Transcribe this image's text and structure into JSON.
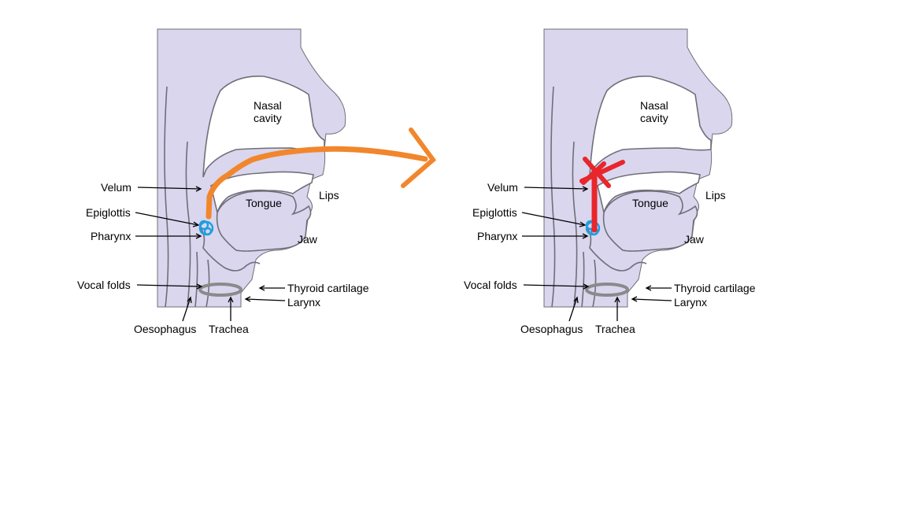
{
  "diagrams": [
    {
      "labels": {
        "nasal_cavity": "Nasal\ncavity",
        "velum": "Velum",
        "epiglottis": "Epiglottis",
        "pharynx": "Pharynx",
        "tongue": "Tongue",
        "lips": "Lips",
        "jaw": "Jaw",
        "vocal_folds": "Vocal folds",
        "thyroid_cartilage": "Thyroid cartilage",
        "larynx": "Larynx",
        "oesophagus": "Oesophagus",
        "trachea": "Trachea"
      },
      "airflow_mark": "arrow-out-through-nose"
    },
    {
      "labels": {
        "nasal_cavity": "Nasal\ncavity",
        "velum": "Velum",
        "epiglottis": "Epiglottis",
        "pharynx": "Pharynx",
        "tongue": "Tongue",
        "lips": "Lips",
        "jaw": "Jaw",
        "vocal_folds": "Vocal folds",
        "thyroid_cartilage": "Thyroid cartilage",
        "larynx": "Larynx",
        "oesophagus": "Oesophagus",
        "trachea": "Trachea"
      },
      "airflow_mark": "blocked-at-velum"
    }
  ],
  "colors": {
    "tissue": "#d9d6ee",
    "outline": "#6f6f78",
    "airflow_open": "#f2862c",
    "airflow_blocked": "#e8262c",
    "epiglottis_mark": "#1e9ee0",
    "vocal_folds_mark": "#8a8a8a"
  }
}
